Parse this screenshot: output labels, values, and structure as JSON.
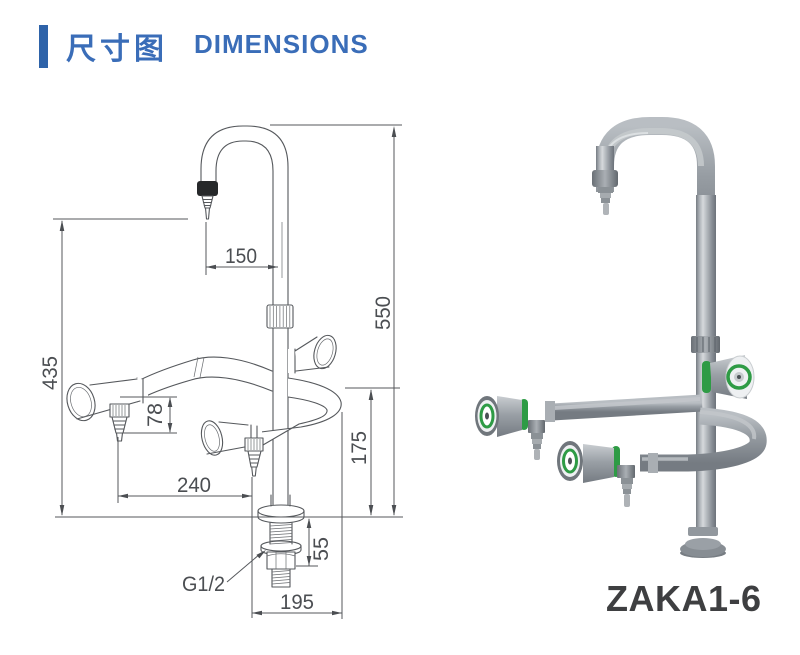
{
  "header": {
    "title_zh": "尺寸图",
    "title_en": "DIMENSIONS",
    "text_color": "#3a6db8",
    "accent_color": "#2e63a9"
  },
  "product": {
    "model": "ZAKA1-6"
  },
  "drawing": {
    "dims": {
      "spout_reach": "150",
      "overall_height": "550",
      "spout_outlet_height": "435",
      "nozzle_drop": "78",
      "arm_height": "175",
      "nozzle_spacing": "240",
      "under_counter_length": "55",
      "base_depth": "195",
      "inlet_thread": "G1/2"
    },
    "line_color": "#55585c",
    "text_color": "#4b4e52"
  },
  "render": {
    "body_color": "#9aa0a6",
    "accent_green": "#2e9b45"
  }
}
